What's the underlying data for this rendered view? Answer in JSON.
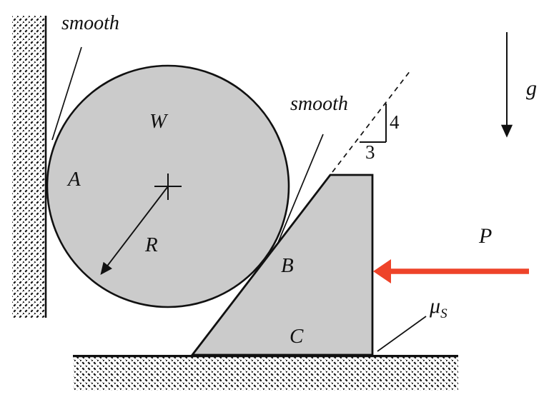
{
  "diagram": {
    "kind": "statics-free-body-figure",
    "colors": {
      "body_fill": "#cbcbcb",
      "outline": "#000000",
      "force_red": "#ee4329",
      "background": "#ffffff"
    },
    "labels": {
      "wall_contact_note": "smooth",
      "incline_contact_note": "smooth",
      "disk_weight": "W",
      "contact_a": "A",
      "contact_b": "B",
      "contact_c": "C",
      "radius": "R",
      "applied_force": "P",
      "gravity": "g",
      "slope_rise": "4",
      "slope_run": "3",
      "friction_symbol": "μ",
      "friction_subscript": "S"
    }
  }
}
